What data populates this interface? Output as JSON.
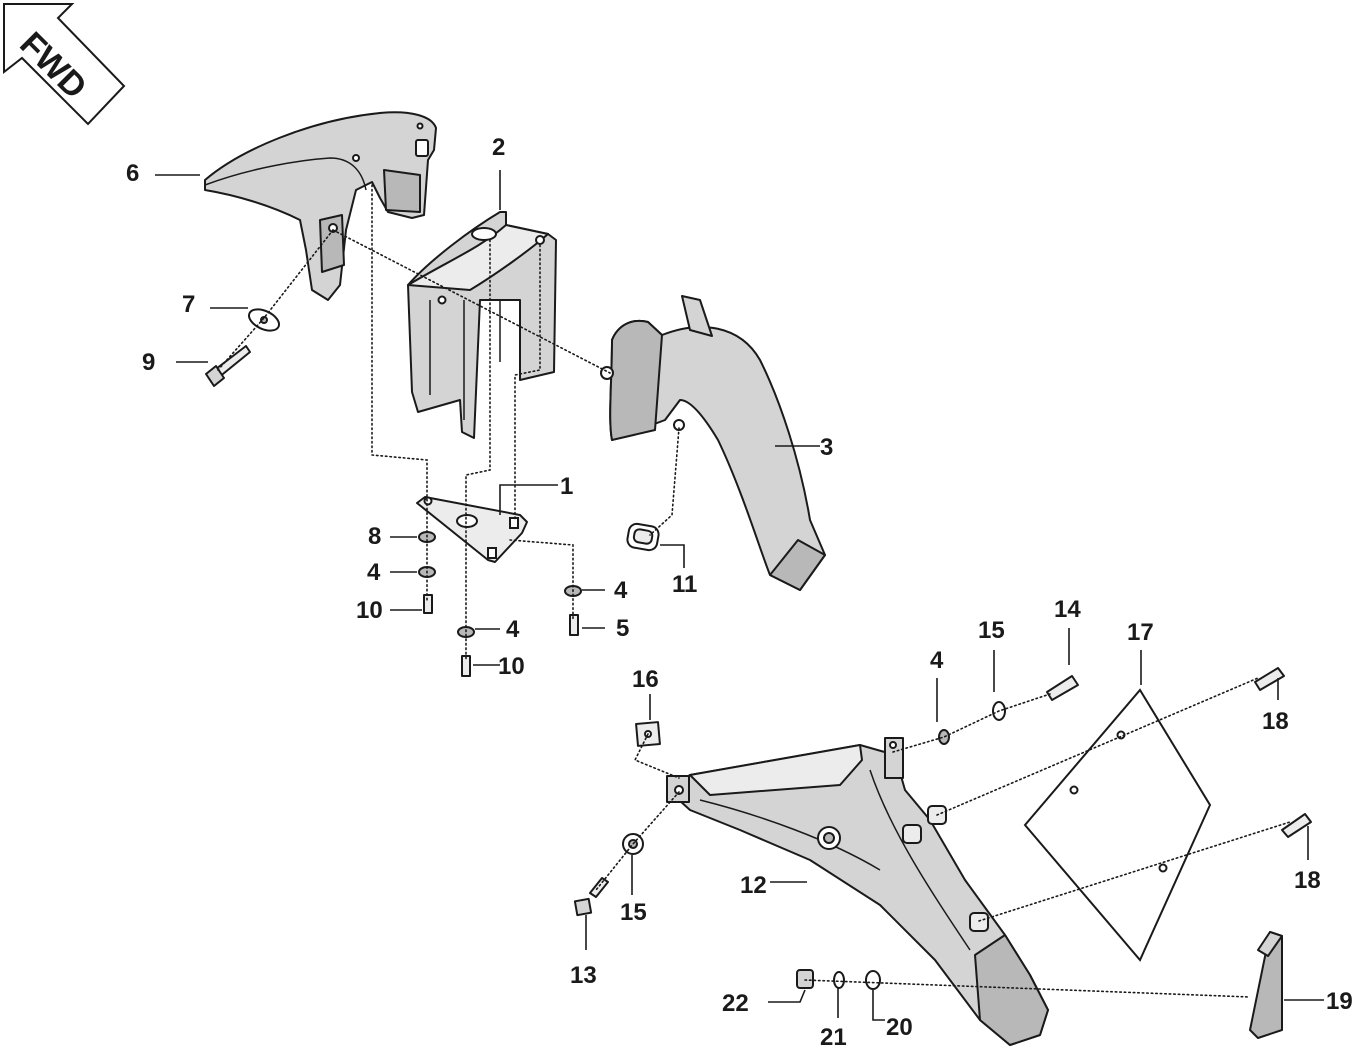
{
  "fwd_label": "FWD",
  "callouts": {
    "c1": "1",
    "c2": "2",
    "c3": "3",
    "c4a": "4",
    "c4b": "4",
    "c4c": "4",
    "c4d": "4",
    "c5": "5",
    "c6": "6",
    "c7": "7",
    "c8": "8",
    "c9": "9",
    "c10a": "10",
    "c10b": "10",
    "c11": "11",
    "c12": "12",
    "c13": "13",
    "c14": "14",
    "c15a": "15",
    "c15b": "15",
    "c16": "16",
    "c17": "17",
    "c18a": "18",
    "c18b": "18",
    "c19": "19",
    "c20": "20",
    "c21": "21",
    "c22": "22"
  },
  "icons": {
    "direction": "forward-arrow-icon"
  }
}
